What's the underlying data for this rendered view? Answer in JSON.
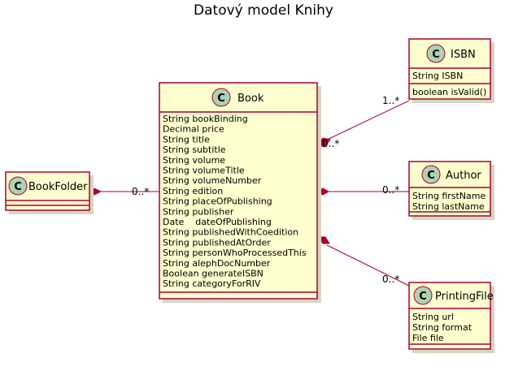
{
  "title": "Datový model Knihy",
  "classes": {
    "book": {
      "name": "Book",
      "attributes": [
        "String bookBinding",
        "Decimal price",
        "String title",
        "String subtitle",
        "String volume",
        "String volumeTitle",
        "String volumeNumber",
        "String edition",
        "String placeOfPublishing",
        "String publisher",
        "Date    dateOfPublishing",
        "String publishedWithCoedition",
        "String publishedAtOrder",
        "String personWhoProcessedThis",
        "String alephDocNumber",
        "Boolean generateISBN",
        "String categoryForRIV"
      ]
    },
    "bookfolder": {
      "name": "BookFolder"
    },
    "isbn": {
      "name": "ISBN",
      "attributes": [
        "String ISBN"
      ],
      "methods": [
        "boolean isValid()"
      ]
    },
    "author": {
      "name": "Author",
      "attributes": [
        "String firstName",
        "String lastName"
      ]
    },
    "printingfile": {
      "name": "PrintingFile",
      "attributes": [
        "String url",
        "String format",
        "File file"
      ]
    }
  },
  "badge_letter": "C",
  "relations": {
    "bookfolder_book": {
      "target_mult": "0..*"
    },
    "book_isbn": {
      "source_mult": "0..*",
      "target_mult": "1..*"
    },
    "book_author": {
      "target_mult": "0..*"
    },
    "book_printingfile": {
      "target_mult": "0..*"
    }
  },
  "colors": {
    "class_fill": "#FEFECE",
    "border": "#A80036",
    "badge_fill": "#ADD1B2"
  }
}
